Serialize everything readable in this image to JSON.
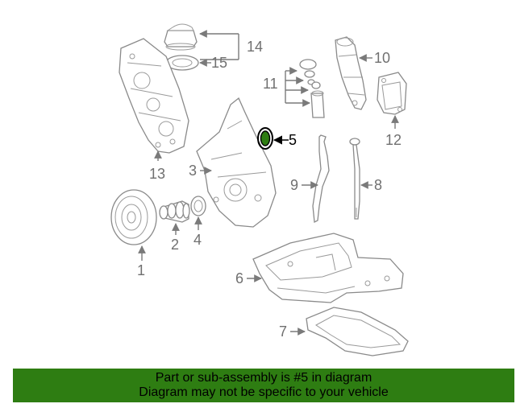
{
  "callouts": {
    "c1": "1",
    "c2": "2",
    "c3": "3",
    "c4": "4",
    "c5": "5",
    "c6": "6",
    "c7": "7",
    "c8": "8",
    "c9": "9",
    "c10": "10",
    "c11": "11",
    "c12": "12",
    "c13": "13",
    "c14": "14",
    "c15": "15"
  },
  "highlight_color": "#2e7d12",
  "banner": {
    "line1": "Part or sub-assembly is #5 in diagram",
    "line2": "Diagram may not be specific to your vehicle"
  }
}
